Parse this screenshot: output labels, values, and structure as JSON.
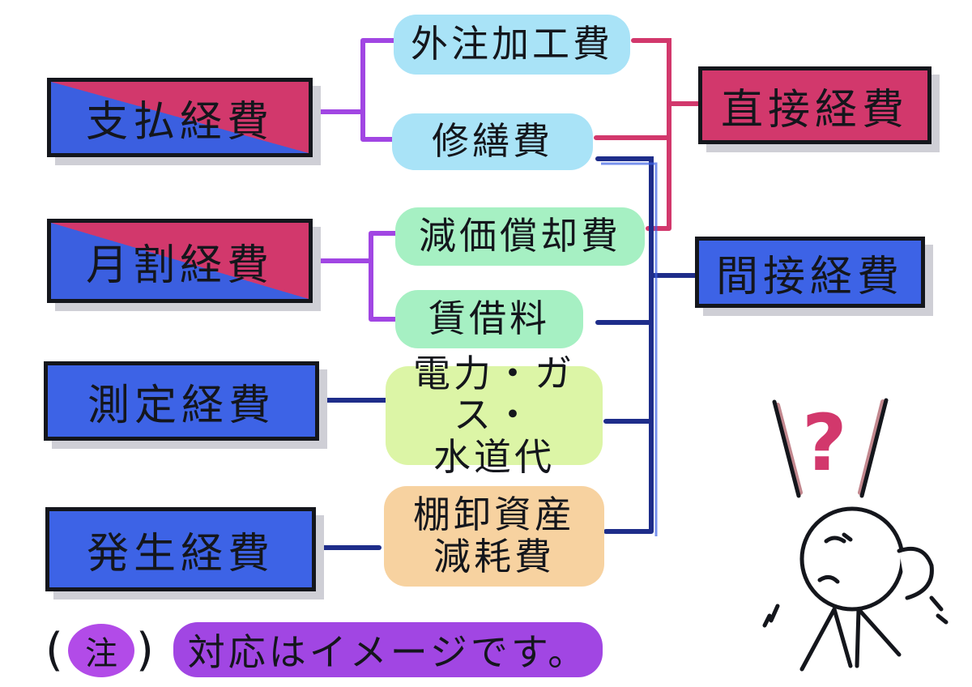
{
  "colors": {
    "pink": "#d2386c",
    "blue": "#3d63e6",
    "purple": "#a146e3",
    "light_blue": "#a9e3f7",
    "light_green": "#a6f0c3",
    "light_yellow": "#dcf5a6",
    "light_orange": "#f7d2a0"
  },
  "left": {
    "shiharai": "支払経費",
    "tsukiwari": "月割経費",
    "sokutei": "測定経費",
    "hassei": "発生経費"
  },
  "middle": {
    "gaichu": "外注加工費",
    "shuzen": "修繕費",
    "genka": "減価償却費",
    "chinshaku": "賃借料",
    "denki_line1": "電力・ガス・",
    "denki_line2": "水道代",
    "tanaoroshi_line1": "棚卸資産",
    "tanaoroshi_line2": "減耗費"
  },
  "right": {
    "chokusetsu": "直接経費",
    "kansetsu": "間接経費"
  },
  "note": {
    "badge": "注",
    "text": "対応はイメージです。"
  },
  "character": {
    "question_mark": "?"
  }
}
